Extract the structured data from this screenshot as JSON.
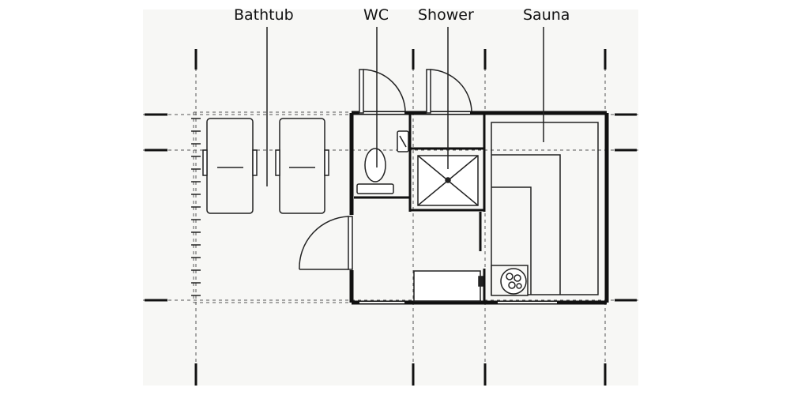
{
  "diagram": {
    "type": "floor-plan",
    "labels": {
      "bathtub": "Bathtub",
      "wc": "WC",
      "shower": "Shower",
      "sauna": "Sauna"
    },
    "colors": {
      "wall": "#111111",
      "line": "#333333",
      "fixture_fill": "#e4e4e4",
      "background": "#f7f7f5"
    }
  }
}
